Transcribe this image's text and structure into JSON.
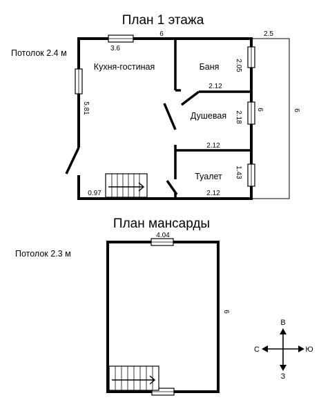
{
  "floor1": {
    "title": "План 1 этажа",
    "ceiling": "Потолок 2.4 м",
    "rooms": {
      "kitchen": "Кухня-гостиная",
      "bath": "Баня",
      "shower": "Душевая",
      "toilet": "Туалет"
    },
    "dims": {
      "top_width": "6",
      "terrace_width": "2.5",
      "window_top": "3.6",
      "left_height": "5.81",
      "bath_height": "2.05",
      "shower_height": "2.18",
      "toilet_height": "1.43",
      "wall_bath_shower": "2.12",
      "wall_shower_toilet": "2.12",
      "bottom_toilet": "2.12",
      "bottom_left": "0.97",
      "right_height": "6",
      "terrace_height": "6"
    }
  },
  "attic": {
    "title": "План мансарды",
    "ceiling": "Потолок 2.3 м",
    "dims": {
      "window_top": "4.04",
      "right_height": "6"
    }
  },
  "compass": {
    "north": "В",
    "south": "З",
    "west": "С",
    "east": "Ю"
  }
}
